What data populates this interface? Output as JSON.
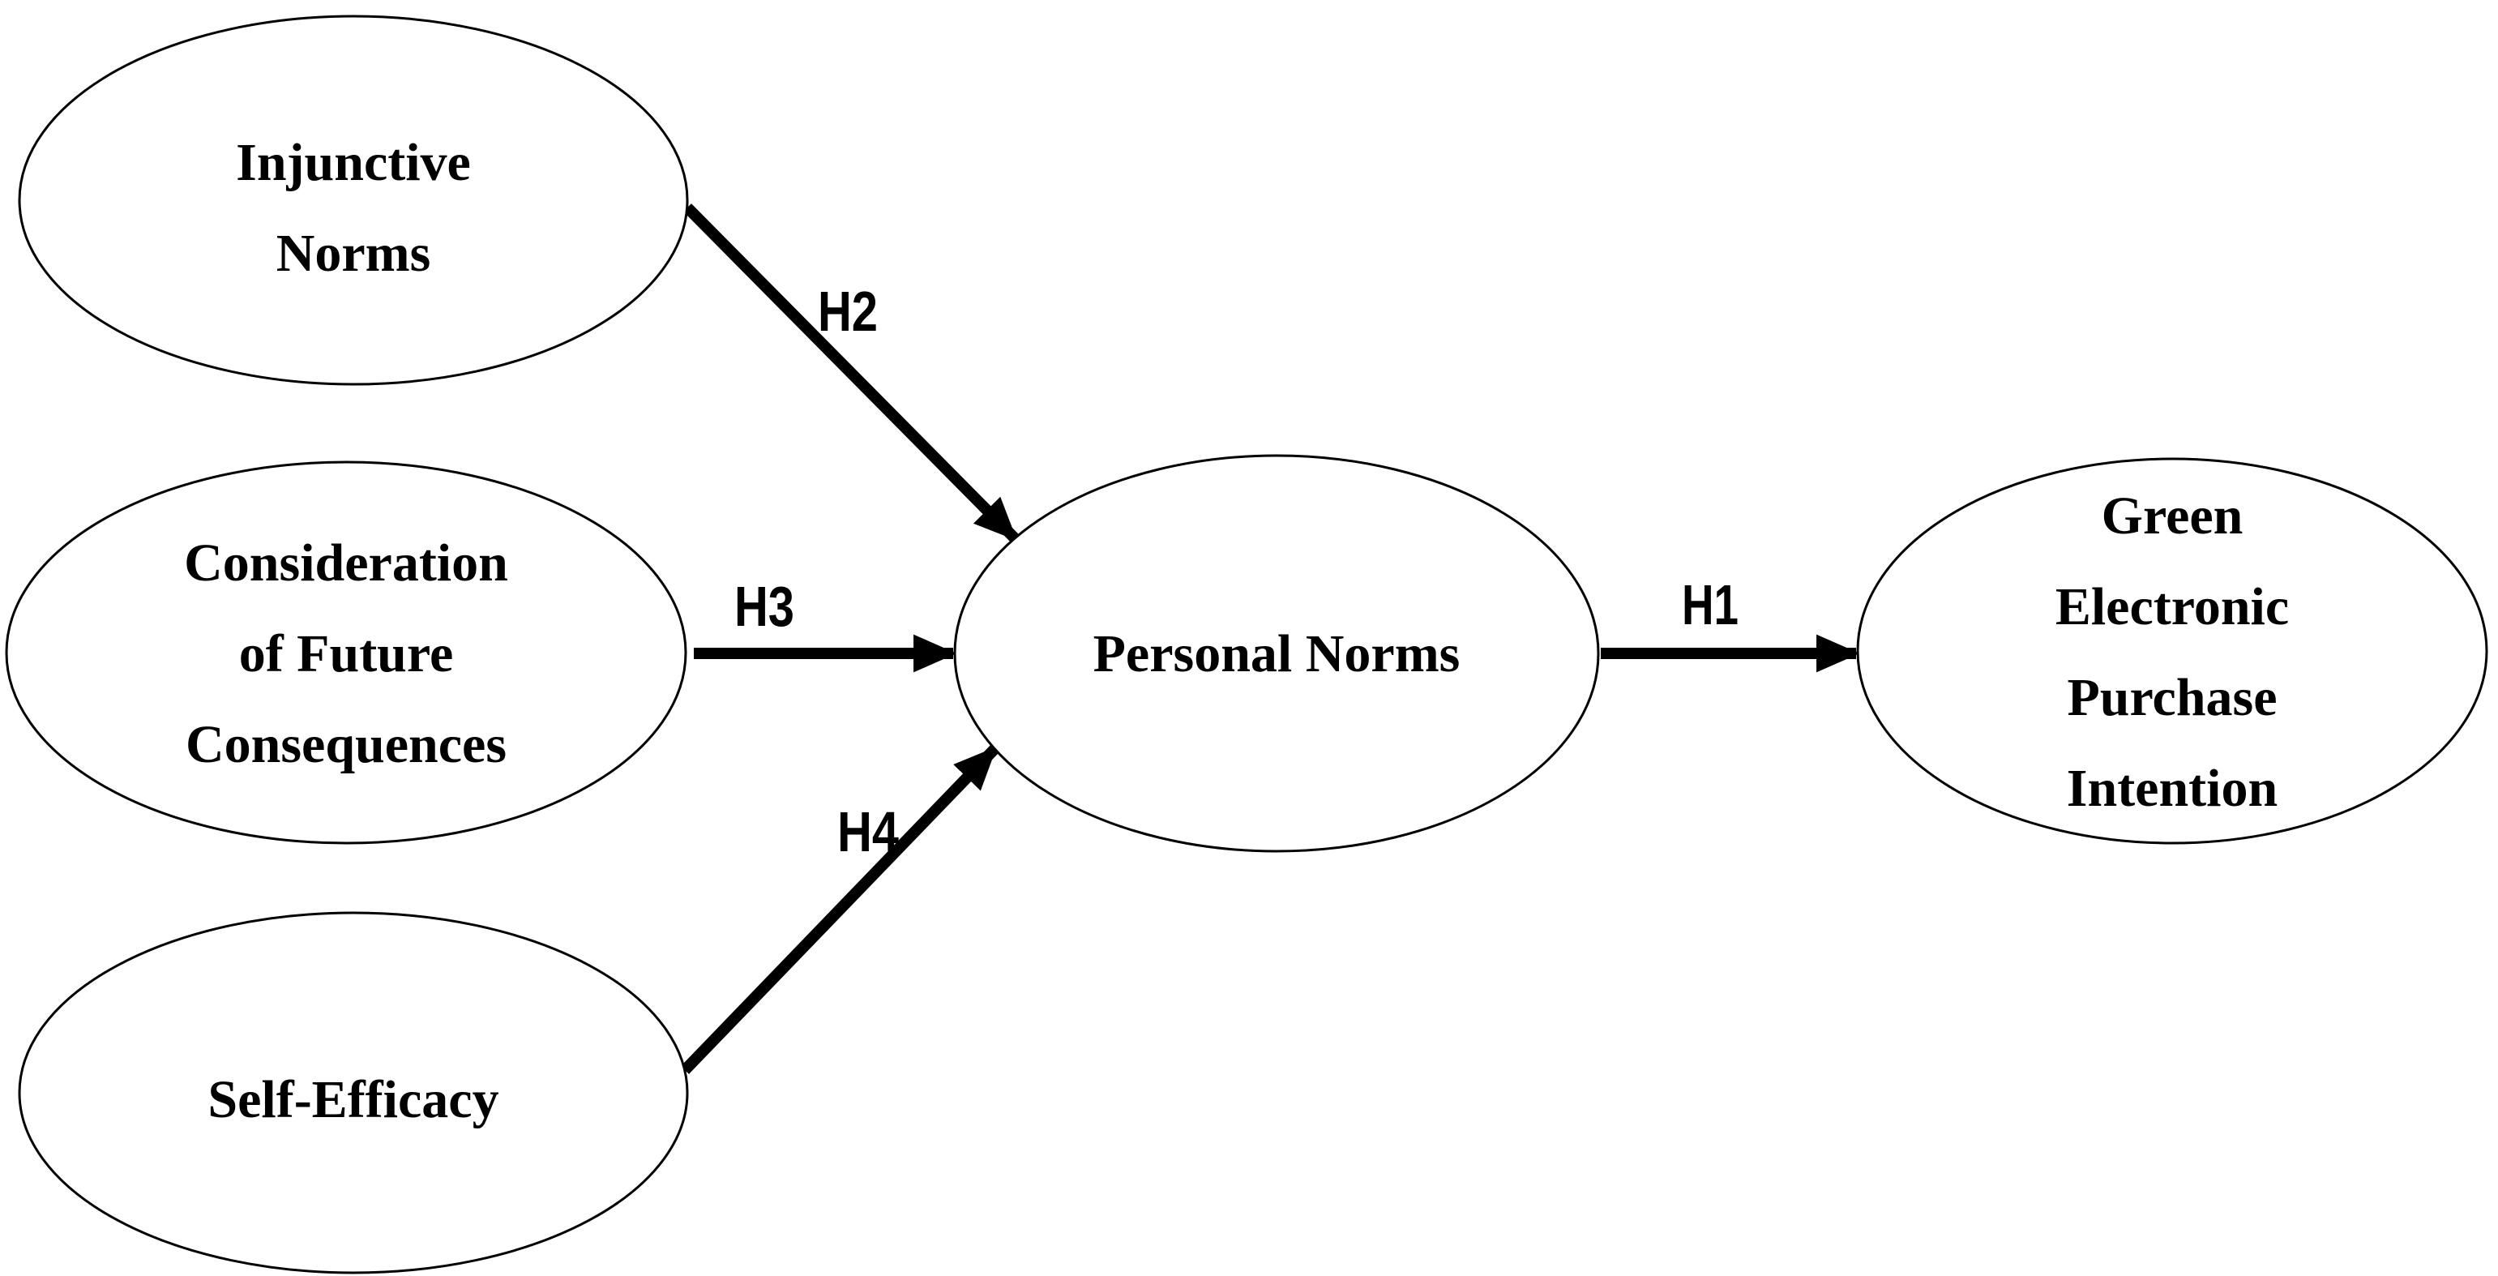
{
  "figure": {
    "background_color": "#ffffff",
    "stroke_color": "#000000",
    "text_color": "#000000"
  },
  "diagram": {
    "type": "hypothesis-path-model",
    "nodes": {
      "injunctive_norms": {
        "label": "Injunctive Norms",
        "lines": [
          "Injunctive",
          "Norms"
        ]
      },
      "consideration_future_consequences": {
        "label": "Consideration of Future Consequences",
        "lines": [
          "Consideration",
          "of Future",
          "Consequences"
        ]
      },
      "self_efficacy": {
        "label": "Self-Efficacy",
        "lines": [
          "Self-Efficacy"
        ]
      },
      "personal_norms": {
        "label": "Personal Norms",
        "lines": [
          "Personal Norms"
        ]
      },
      "green_electronic_purchase_intention": {
        "label": "Green Electronic Purchase Intention",
        "lines": [
          "Green",
          "Electronic",
          "Purchase",
          "Intention"
        ]
      }
    },
    "edges": {
      "h1": {
        "label": "H1",
        "from": "personal_norms",
        "to": "green_electronic_purchase_intention"
      },
      "h2": {
        "label": "H2",
        "from": "injunctive_norms",
        "to": "personal_norms"
      },
      "h3": {
        "label": "H3",
        "from": "consideration_future_consequences",
        "to": "personal_norms"
      },
      "h4": {
        "label": "H4",
        "from": "self_efficacy",
        "to": "personal_norms"
      }
    }
  }
}
